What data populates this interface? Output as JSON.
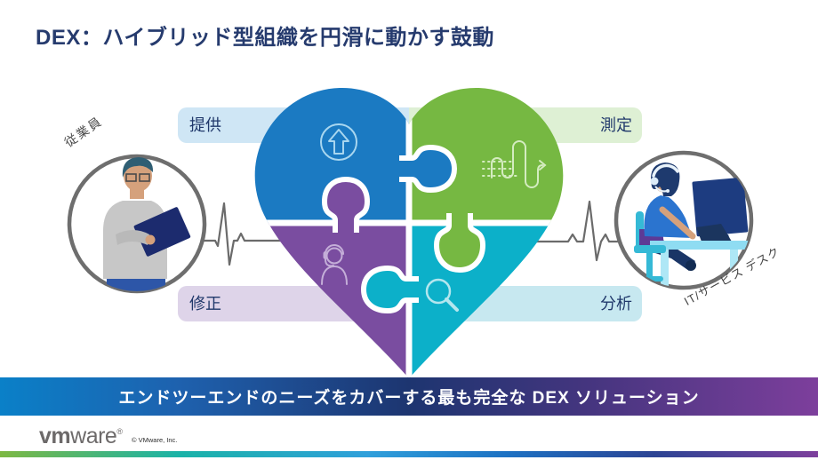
{
  "title": "DEX：ハイブリッド型組織を円滑に動かす鼓動",
  "labels": {
    "deliver": "提供",
    "measure": "測定",
    "remediate": "修正",
    "analyze": "分析"
  },
  "actors": {
    "employee": "従業員",
    "service_desk": "IT/サービス デスク"
  },
  "banner": {
    "text": "エンドツーエンドのニーズをカバーする最も完全な DEX ソリューション"
  },
  "footer": {
    "logo_vm": "vm",
    "logo_ware": "ware",
    "logo_reg": "®",
    "copyright": "© VMware, Inc."
  },
  "icons": {
    "deliver": "arrow-up-circle-icon",
    "measure": "route-metrics-icon",
    "remediate": "support-agent-icon",
    "analyze": "magnifier-icon"
  },
  "colors": {
    "title_text": "#263b6e",
    "piece_deliver_blue": "#1b7ac2",
    "piece_measure_green": "#76b842",
    "piece_remediate_purple": "#7a4da0",
    "piece_analyze_teal": "#0cb0c9",
    "pill_deliver": "#cfe6f5",
    "pill_measure": "#def0d4",
    "pill_remediate": "#ded4e9",
    "pill_analyze": "#c7e8f0",
    "pill_text": "#20386b",
    "ekg_line": "#6b6b6b",
    "avatar_ring": "#6e6e6e",
    "banner_gradient": [
      "#0a80c8",
      "#1d3570",
      "#7d3f9c"
    ],
    "bottom_strip_gradient": [
      "#7db843",
      "#1ab3a8",
      "#1d71c3",
      "#7d3f9c"
    ],
    "logo_gray": "#6d6a6a"
  }
}
